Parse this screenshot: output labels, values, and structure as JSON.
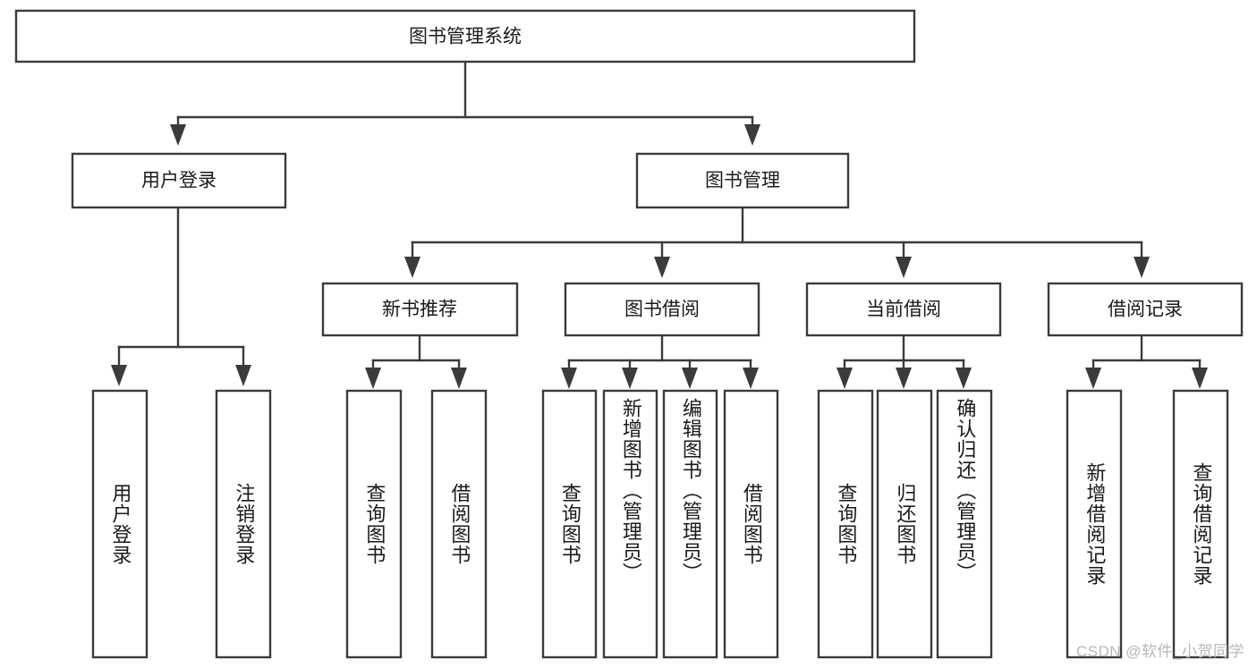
{
  "diagram": {
    "type": "tree",
    "title": "图书管理系统",
    "watermark": "CSDN @软件_小贺同学",
    "colors": {
      "stroke": "#3b3b3b",
      "fill": "#ffffff",
      "text": "#1a1a1a",
      "watermark": "#b8b8b8"
    },
    "root": {
      "label": "图书管理系统"
    },
    "level2": [
      {
        "label": "用户登录"
      },
      {
        "label": "图书管理"
      }
    ],
    "level3": [
      {
        "label": "新书推荐"
      },
      {
        "label": "图书借阅"
      },
      {
        "label": "当前借阅"
      },
      {
        "label": "借阅记录"
      }
    ],
    "leaves": {
      "user_login": [
        {
          "label": "用户登录"
        },
        {
          "label": "注销登录"
        }
      ],
      "new_book_recommend": [
        {
          "label": "查询图书"
        },
        {
          "label": "借阅图书"
        }
      ],
      "book_borrow": [
        {
          "label": "查询图书"
        },
        {
          "label": "新增图书（管理员）"
        },
        {
          "label": "编辑图书（管理员）"
        },
        {
          "label": "借阅图书"
        }
      ],
      "current_borrow": [
        {
          "label": "查询图书"
        },
        {
          "label": "归还图书"
        },
        {
          "label": "确认归还（管理员）"
        }
      ],
      "borrow_record": [
        {
          "label": "新增借阅记录"
        },
        {
          "label": "查询借阅记录"
        }
      ]
    }
  }
}
